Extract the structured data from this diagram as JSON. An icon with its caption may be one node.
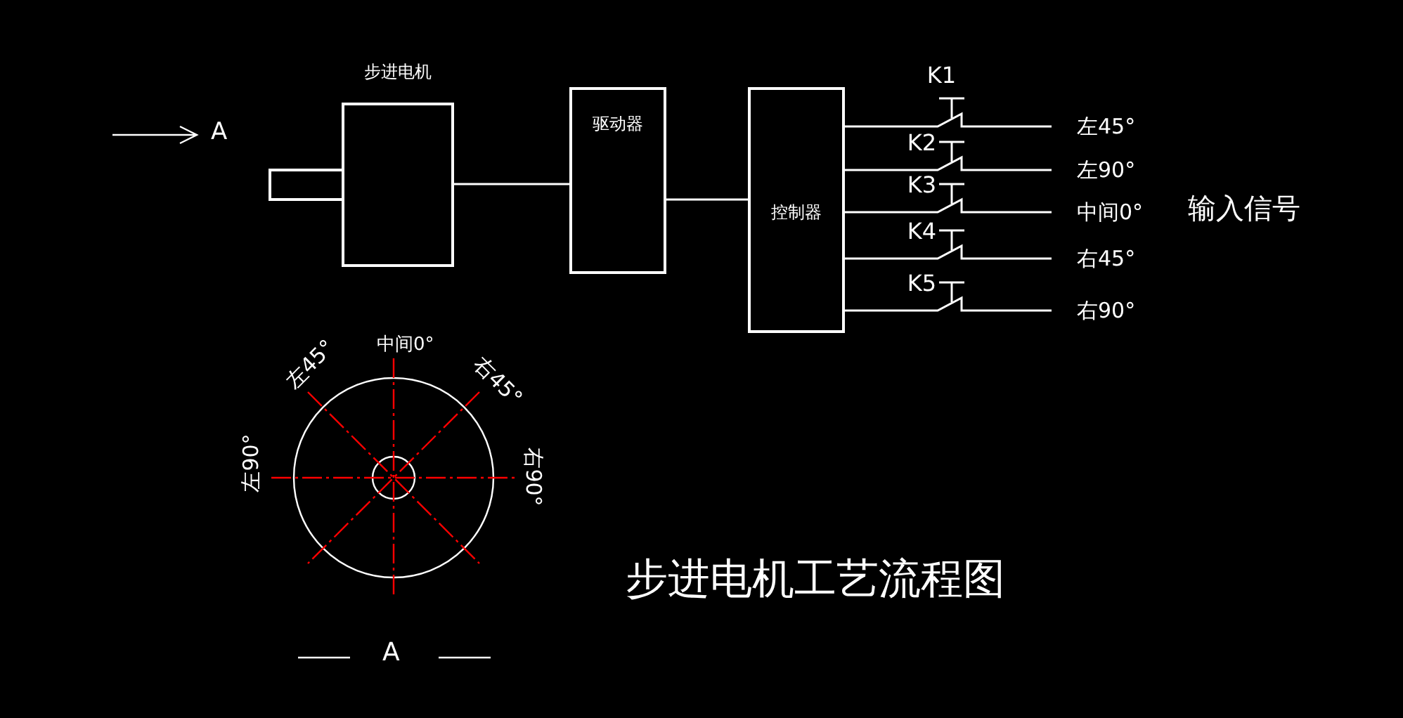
{
  "diagram": {
    "title": "步进电机工艺流程图",
    "nodes": [
      {
        "text": [
          "步进电机"
        ]
      },
      {
        "text": [],
        "shape": "box"
      },
      {
        "text": [
          "驱动器"
        ]
      },
      {
        "text": [
          "控制器"
        ]
      },
      {
        "text": [
          "左45°"
        ]
      },
      {
        "text": [
          "左90°"
        ]
      },
      {
        "text": [
          "中间0°"
        ]
      },
      {
        "text": [
          "右45°"
        ]
      },
      {
        "text": [
          "右90°"
        ]
      }
    ],
    "edges": [
      {
        "from": 0,
        "to": 2,
        "arrow": "none"
      },
      {
        "from": 2,
        "to": 3,
        "arrow": "none"
      },
      {
        "from": 3,
        "to": 4,
        "arrow": "none",
        "label": "K1"
      },
      {
        "from": 3,
        "to": 5,
        "arrow": "none",
        "label": "K2"
      },
      {
        "from": 3,
        "to": 6,
        "arrow": "none",
        "label": "K3"
      },
      {
        "from": 3,
        "to": 7,
        "arrow": "none",
        "label": "K4"
      },
      {
        "from": 3,
        "to": 8,
        "arrow": "none",
        "label": "K5"
      }
    ],
    "labels": [
      "A",
      "输入信号",
      "中间0°",
      "左45°",
      "右45°",
      "左90°",
      "右90°",
      "A"
    ]
  }
}
